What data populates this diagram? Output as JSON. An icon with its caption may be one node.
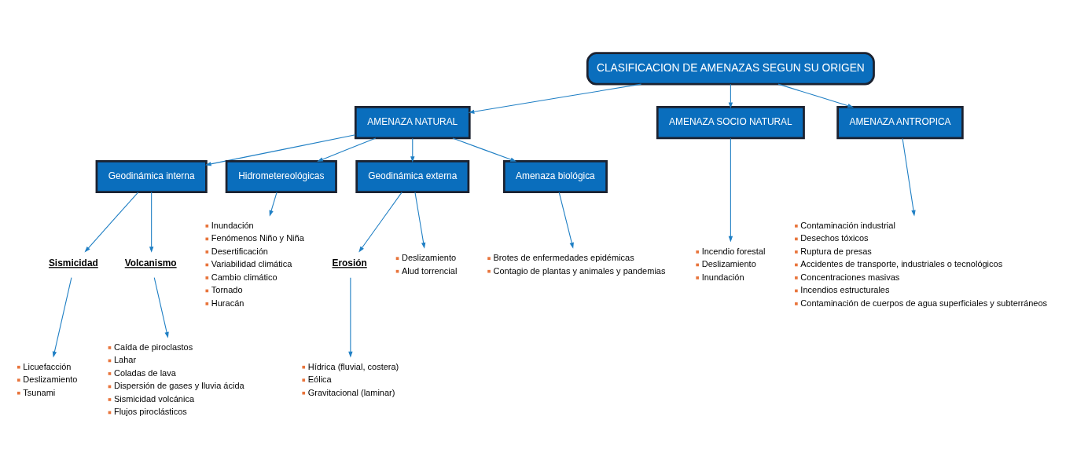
{
  "diagram": {
    "nodes": [
      {
        "text": [
          "CLASIFICACION DE AMENAZAS SEGUN SU ORIGEN"
        ]
      },
      {
        "text": [
          "AMENAZA NATURAL"
        ]
      },
      {
        "text": [
          "AMENAZA SOCIO NATURAL"
        ]
      },
      {
        "text": [
          "AMENAZA ANTROPICA"
        ]
      },
      {
        "text": [
          "Geodinámica interna"
        ]
      },
      {
        "text": [
          "Hidrometereológicas"
        ]
      },
      {
        "text": [
          "Geodinámica externa"
        ]
      },
      {
        "text": [
          "Amenaza biológica"
        ]
      },
      {
        "text": [
          "Sismicidad"
        ]
      },
      {
        "text": [
          "Volcanismo"
        ]
      },
      {
        "text": [
          "Inundación",
          "Fenómenos Niño y Niña",
          "Desertificación",
          "Variabilidad climática",
          "Cambio climático",
          "Tornado",
          "Huracán"
        ]
      },
      {
        "text": [
          "Erosión"
        ]
      },
      {
        "text": [
          "Deslizamiento",
          "Alud torrencial"
        ]
      },
      {
        "text": [
          "Brotes de enfermedades epidémicas",
          "Contagio de plantas y animales y pandemias"
        ]
      },
      {
        "text": [
          "Incendio forestal",
          "Deslizamiento",
          "Inundación"
        ]
      },
      {
        "text": [
          "Contaminación industrial",
          "Desechos tóxicos",
          "Ruptura de presas",
          "Accidentes de transporte, industriales o tecnológicos",
          "Concentraciones masivas",
          "Incendios estructurales",
          "Contaminación de cuerpos de agua superficiales y subterráneos"
        ]
      },
      {
        "text": [
          "Licuefacción",
          "Deslizamiento",
          "Tsunami"
        ]
      },
      {
        "text": [
          "Caída de piroclastos",
          "Lahar",
          "Coladas de lava",
          "Dispersión de gases y lluvia ácida",
          "Sismicidad volcánica",
          "Flujos piroclásticos"
        ]
      },
      {
        "text": [
          "Hídrica (fluvial, costera)",
          "Eólica",
          "Gravitacional (laminar)"
        ]
      }
    ],
    "edges": [
      {
        "from": 0,
        "to": 1,
        "arrow": "to"
      },
      {
        "from": 0,
        "to": 2,
        "arrow": "to"
      },
      {
        "from": 0,
        "to": 3,
        "arrow": "to"
      },
      {
        "from": 1,
        "to": 4,
        "arrow": "to"
      },
      {
        "from": 1,
        "to": 5,
        "arrow": "to"
      },
      {
        "from": 1,
        "to": 6,
        "arrow": "to"
      },
      {
        "from": 1,
        "to": 7,
        "arrow": "to"
      },
      {
        "from": 4,
        "to": 8,
        "arrow": "to"
      },
      {
        "from": 4,
        "to": 9,
        "arrow": "to"
      },
      {
        "from": 5,
        "to": 10,
        "arrow": "to"
      },
      {
        "from": 6,
        "to": 11,
        "arrow": "to"
      },
      {
        "from": 6,
        "to": 12,
        "arrow": "to"
      },
      {
        "from": 7,
        "to": 13,
        "arrow": "to"
      },
      {
        "from": 2,
        "to": 14,
        "arrow": "to"
      },
      {
        "from": 3,
        "to": 15,
        "arrow": "to"
      },
      {
        "from": 8,
        "to": 16,
        "arrow": "to"
      },
      {
        "from": 9,
        "to": 17,
        "arrow": "to"
      },
      {
        "from": 11,
        "to": 18,
        "arrow": "to"
      }
    ]
  }
}
